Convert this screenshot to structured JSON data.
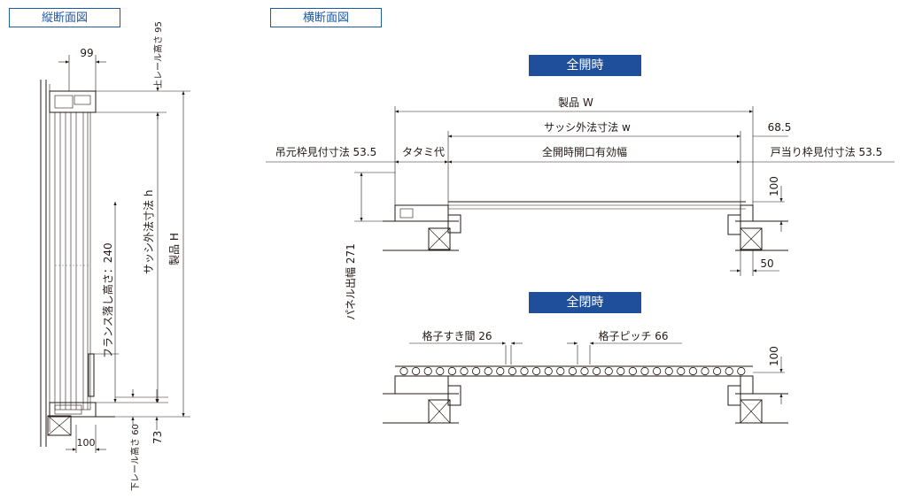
{
  "views": {
    "vertical_title": "縦断面図",
    "horizontal_title": "横断面図"
  },
  "states": {
    "open": "全開時",
    "closed": "全閉時"
  },
  "vertical": {
    "top_width": "99",
    "top_rail_height": "上レール高さ 95",
    "sash_h": "サッシ外法寸法 h",
    "product_h": "製品 H",
    "flange_drop": "フランス落し高さ：240",
    "bottom_width": "100",
    "bottom_rail_height": "下レール高さ 60",
    "bottom_gap": "73"
  },
  "horizontal": {
    "product_w": "製品 W",
    "sash_w": "サッシ外法寸法 w",
    "right_offset": "68.5",
    "left_frame": "吊元枠見付寸法 53.5",
    "fold_allow": "タタミ代",
    "opening_eff": "全開時開口有効幅",
    "right_frame": "戸当り枠見付寸法 53.5",
    "depth_100_a": "100",
    "panel_out": "パネル出幅 271",
    "bottom_50": "50",
    "slat_gap": "格子すき間 26",
    "slat_pitch": "格子ピッチ 66",
    "depth_100_b": "100"
  }
}
